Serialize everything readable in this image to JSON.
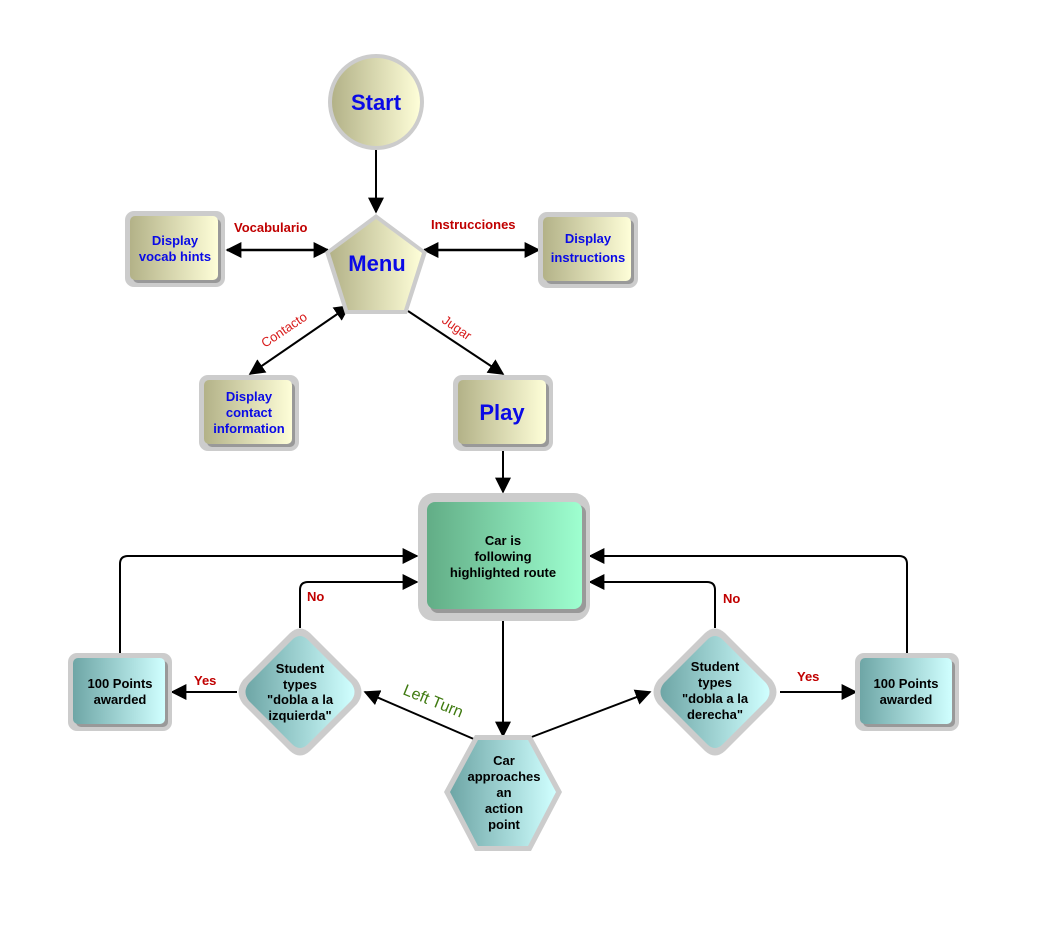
{
  "nodes": {
    "start": {
      "lines": [
        "Start"
      ]
    },
    "menu": {
      "lines": [
        "Menu"
      ]
    },
    "vocab": {
      "lines": [
        "Display",
        "vocab hints"
      ]
    },
    "instructions": {
      "lines": [
        "Display",
        "instructions"
      ]
    },
    "contact": {
      "lines": [
        "Display",
        "contact",
        "information"
      ]
    },
    "play": {
      "lines": [
        "Play"
      ]
    },
    "following": {
      "lines": [
        "Car is",
        "following",
        "highlighted route"
      ]
    },
    "approaches": {
      "lines": [
        "Car",
        "approaches",
        "an",
        "action",
        "point"
      ]
    },
    "left_decision": {
      "lines": [
        "Student",
        "types",
        "\"dobla a la",
        "izquierda\""
      ]
    },
    "right_decision": {
      "lines": [
        "Student",
        "types",
        "\"dobla a la",
        "derecha\""
      ]
    },
    "left_points": {
      "lines": [
        "100 Points",
        "awarded"
      ]
    },
    "right_points": {
      "lines": [
        "100 Points",
        "awarded"
      ]
    }
  },
  "edges": {
    "vocabulario": "Vocabulario",
    "instrucciones": "Instrucciones",
    "contacto": "Contacto",
    "jugar": "Jugar",
    "left_turn": "Left Turn",
    "no_left": "No",
    "no_right": "No",
    "yes_left": "Yes",
    "yes_right": "Yes"
  },
  "colors": {
    "label_text": "#0a0ae6",
    "edge_label_red": "#c00000",
    "edge_label_green": "#3f7a10",
    "tan_dark": "#b5b48a",
    "tan_light": "#fdfdd6",
    "green_dark": "#62ad86",
    "green_light": "#9cffcf",
    "teal_dark": "#6fa8a8",
    "teal_light": "#ccffff",
    "border": "#cccccc"
  }
}
